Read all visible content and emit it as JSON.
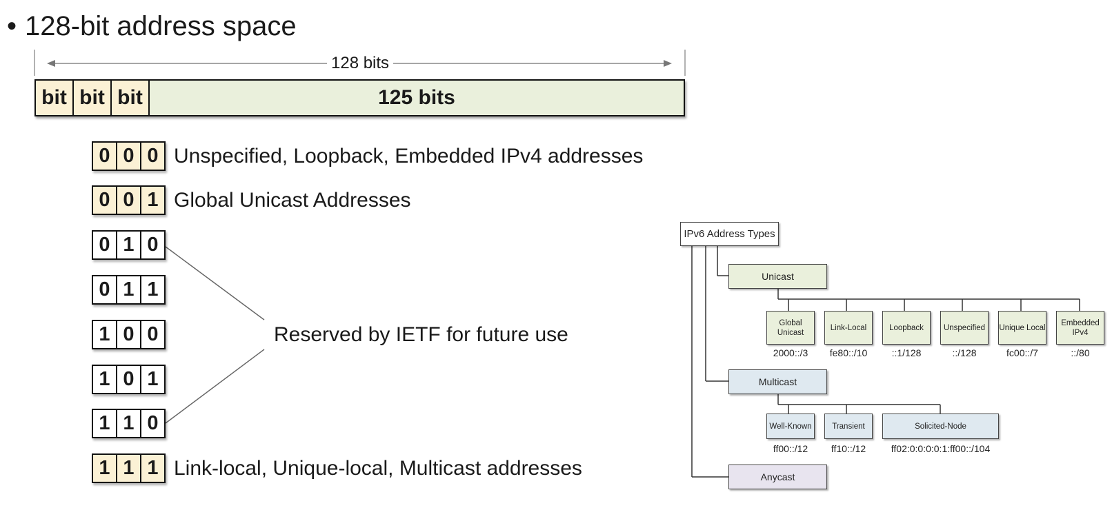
{
  "heading": {
    "bullet": "•",
    "text": "128-bit address space"
  },
  "bit_layout": {
    "total_label": "128 bits",
    "bit_cells": [
      "bit",
      "bit",
      "bit"
    ],
    "rest_label": "125 bits"
  },
  "prefix_rows": [
    {
      "bits": [
        "0",
        "0",
        "0"
      ],
      "label": "Unspecified, Loopback, Embedded IPv4 addresses",
      "highlight": true
    },
    {
      "bits": [
        "0",
        "0",
        "1"
      ],
      "label": "Global Unicast Addresses",
      "highlight": true
    },
    {
      "bits": [
        "0",
        "1",
        "0"
      ],
      "label": "",
      "highlight": false
    },
    {
      "bits": [
        "0",
        "1",
        "1"
      ],
      "label": "",
      "highlight": false
    },
    {
      "bits": [
        "1",
        "0",
        "0"
      ],
      "label": "",
      "highlight": false
    },
    {
      "bits": [
        "1",
        "0",
        "1"
      ],
      "label": "",
      "highlight": false
    },
    {
      "bits": [
        "1",
        "1",
        "0"
      ],
      "label": "",
      "highlight": false
    },
    {
      "bits": [
        "1",
        "1",
        "1"
      ],
      "label": "Link-local, Unique-local, Multicast addresses",
      "highlight": true
    }
  ],
  "reserved_label": "Reserved by IETF for future use",
  "tree": {
    "root": "IPv6 Address Types",
    "unicast": {
      "label": "Unicast",
      "children": [
        {
          "label": "Global Unicast",
          "prefix": "2000::/3"
        },
        {
          "label": "Link-Local",
          "prefix": "fe80::/10"
        },
        {
          "label": "Loopback",
          "prefix": "::1/128"
        },
        {
          "label": "Unspecified",
          "prefix": "::/128"
        },
        {
          "label": "Unique Local",
          "prefix": "fc00::/7"
        },
        {
          "label": "Embedded IPv4",
          "prefix": "::/80"
        }
      ]
    },
    "multicast": {
      "label": "Multicast",
      "children": [
        {
          "label": "Well-Known",
          "prefix": "ff00::/12"
        },
        {
          "label": "Transient",
          "prefix": "ff10::/12"
        },
        {
          "label": "Solicited-Node",
          "prefix": "ff02:0:0:0:0:1:ff00::/104"
        }
      ]
    },
    "anycast": {
      "label": "Anycast"
    }
  },
  "colors": {
    "bit_highlight": "#fbf1d5",
    "bit_rest": "#eaf0dc",
    "unicast_fill": "#eaf0dc",
    "multicast_fill": "#dfe9f0",
    "anycast_fill": "#e8e4ef"
  }
}
